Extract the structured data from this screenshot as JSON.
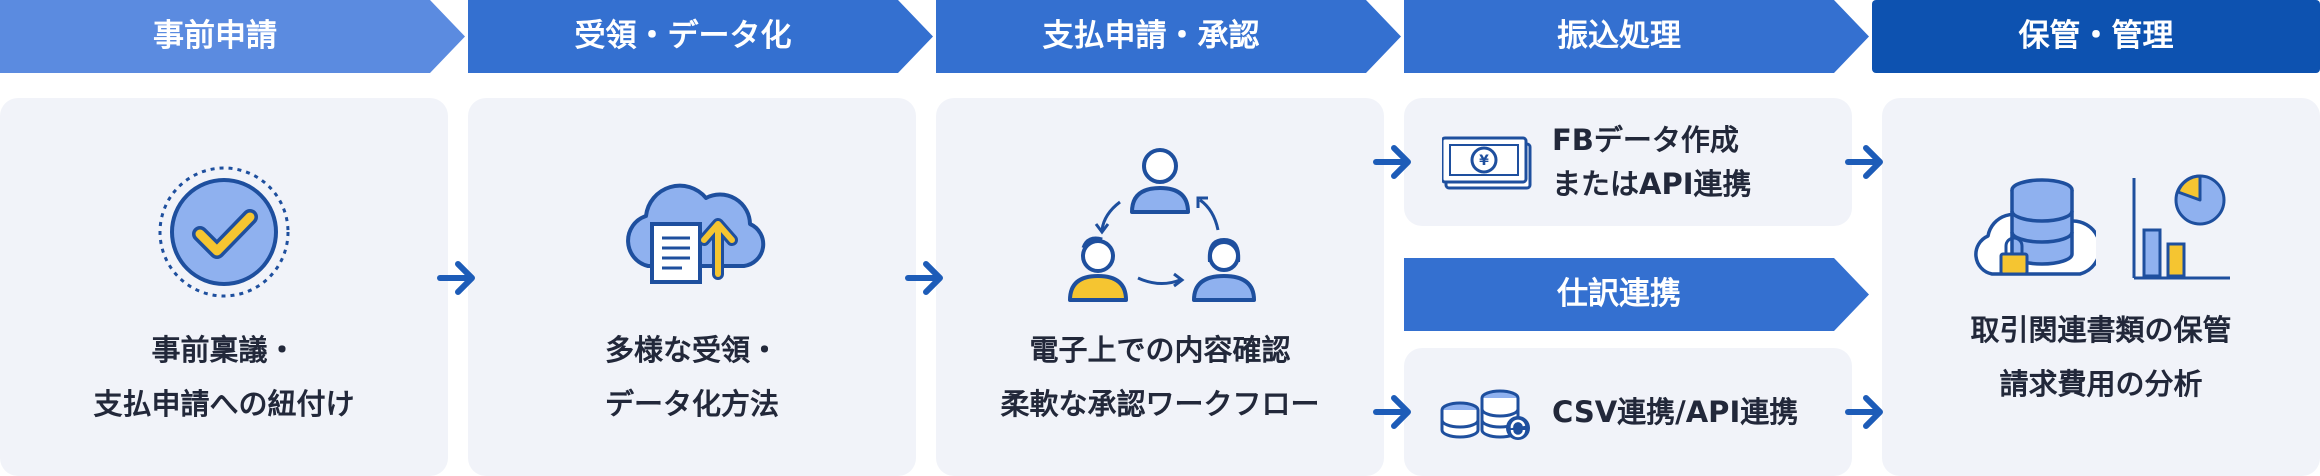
{
  "steps": [
    {
      "label": "事前申請"
    },
    {
      "label": "受領・データ化"
    },
    {
      "label": "支払申請・承認"
    },
    {
      "label": "振込処理"
    },
    {
      "label": "保管・管理"
    }
  ],
  "cards": [
    {
      "line1": "事前稟議・",
      "line2": "支払申請への紐付け"
    },
    {
      "line1": "多様な受領・",
      "line2": "データ化方法"
    },
    {
      "line1": "電子上での内容確認",
      "line2": "柔軟な承認ワークフロー"
    },
    {
      "line1": "取引関連書類の保管",
      "line2": "請求費用の分析"
    }
  ],
  "transfer": {
    "line1": "FBデータ作成",
    "line2": "またはAPI連携"
  },
  "journal": {
    "header": "仕訳連携",
    "text": "CSV連携/API連携"
  },
  "colors": {
    "step_light": "#5b8be0",
    "step_mid": "#3470d0",
    "step_dark": "#0d52b0",
    "card_bg": "#f1f3f9",
    "arrow": "#1d5cb8",
    "icon_fill": "#8fb1ef",
    "icon_stroke": "#1e4f9e",
    "accent": "#f5c531"
  }
}
